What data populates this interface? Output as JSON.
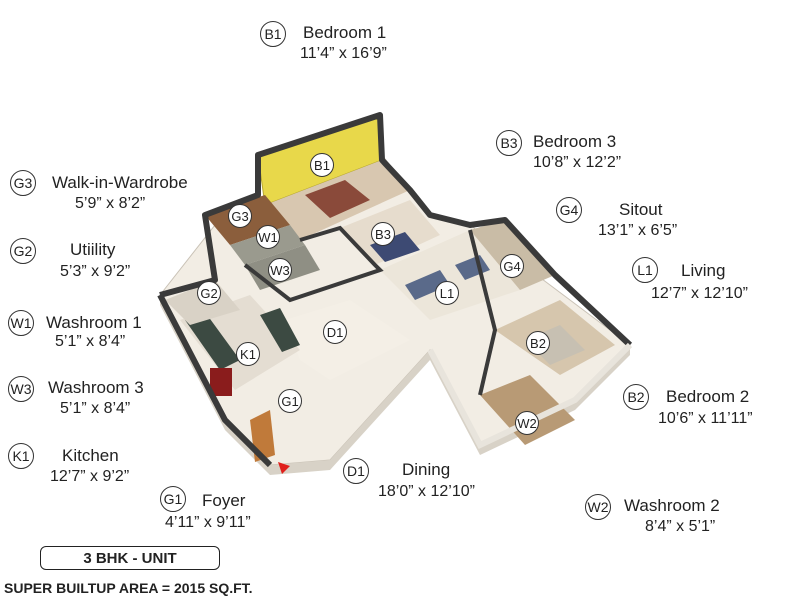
{
  "rooms": [
    {
      "code": "B1",
      "name": "Bedroom 1",
      "dims": "11’4” x 16’9”"
    },
    {
      "code": "G3",
      "name": "Walk-in-Wardrobe",
      "dims": "5’9” x 8’2”"
    },
    {
      "code": "G2",
      "name": "Utiility",
      "dims": "5’3” x 9’2”"
    },
    {
      "code": "W1",
      "name": "Washroom 1",
      "dims": "5’1” x 8’4”"
    },
    {
      "code": "W3",
      "name": "Washroom 3",
      "dims": "5’1” x 8’4”"
    },
    {
      "code": "K1",
      "name": "Kitchen",
      "dims": "12’7” x 9’2”"
    },
    {
      "code": "G1",
      "name": "Foyer",
      "dims": "4’11” x 9’11”"
    },
    {
      "code": "D1",
      "name": "Dining",
      "dims": "18’0” x 12’10”"
    },
    {
      "code": "W2",
      "name": "Washroom 2",
      "dims": "8’4” x 5’1”"
    },
    {
      "code": "B2",
      "name": "Bedroom 2",
      "dims": "10’6” x 11’11”"
    },
    {
      "code": "L1",
      "name": "Living",
      "dims": "12’7” x 12’10”"
    },
    {
      "code": "G4",
      "name": "Sitout",
      "dims": "13’1” x 6’5”"
    },
    {
      "code": "B3",
      "name": "Bedroom 3",
      "dims": "10’8” x 12’2”"
    }
  ],
  "plan_markers": [
    "B1",
    "G3",
    "W1",
    "W3",
    "B3",
    "G2",
    "L1",
    "G4",
    "D1",
    "K1",
    "B2",
    "G1",
    "W2"
  ],
  "unit_type": "3 BHK - UNIT",
  "area_text": "SUPER BUILTUP AREA = 2015 SQ.FT.",
  "colors": {
    "wall": "#3a3a3a",
    "floor": "#f2ede4",
    "accent_wall": "#e8d84a",
    "entry_marker": "#e0201c"
  }
}
